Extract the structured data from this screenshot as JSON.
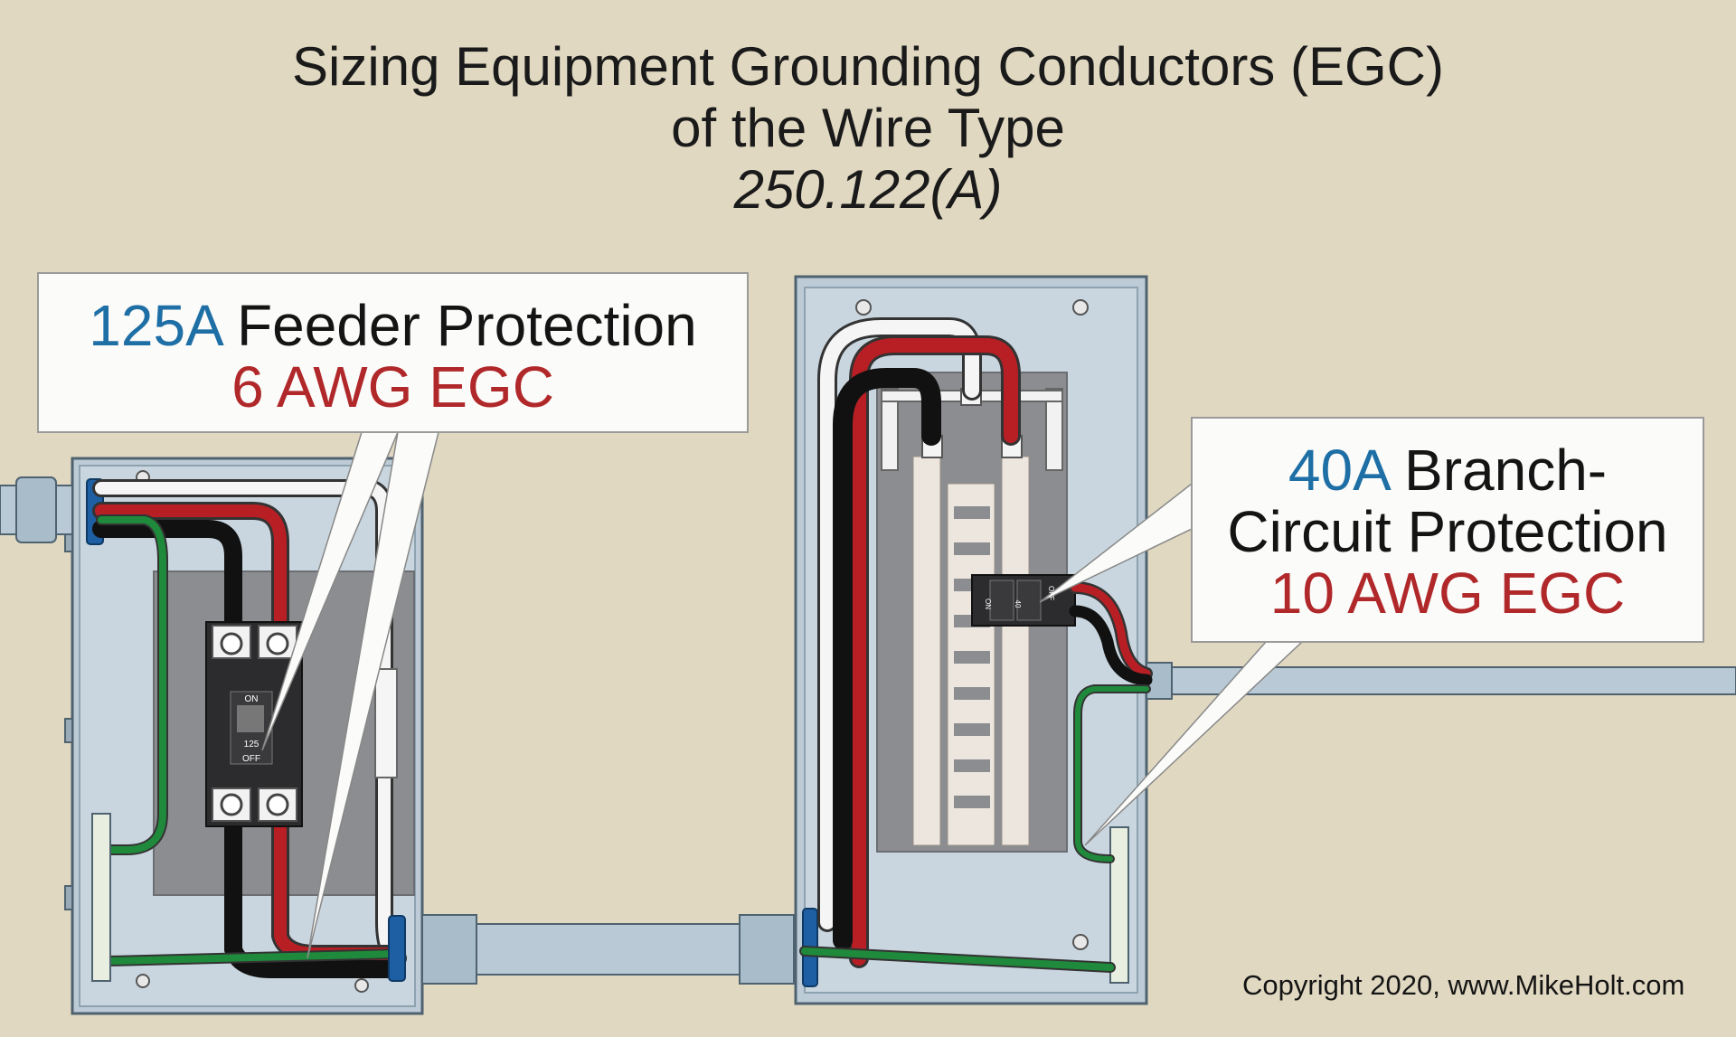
{
  "title": {
    "line1": "Sizing Equipment Grounding Conductors (EGC)",
    "line2": "of the Wire Type",
    "line3": "250.122(A)"
  },
  "callout_feeder": {
    "amps": "125A",
    "label": "Feeder Protection",
    "egc": "6 AWG EGC"
  },
  "callout_branch": {
    "amps": "40A",
    "label_line1": "Branch-",
    "label_line2": "Circuit Protection",
    "egc": "10 AWG EGC"
  },
  "feeder_breaker": {
    "on": "ON",
    "rating": "125",
    "off": "OFF"
  },
  "branch_breaker": {
    "on": "ON",
    "rating": "40",
    "off": "OFF"
  },
  "copyright": "Copyright 2020, www.MikeHolt.com",
  "colors": {
    "background": "#e0d8c1",
    "accent_blue": "#1e6fa5",
    "accent_red": "#b0282a",
    "enclosure": "#bccbd6",
    "egc_green": "#1f8a3b"
  }
}
